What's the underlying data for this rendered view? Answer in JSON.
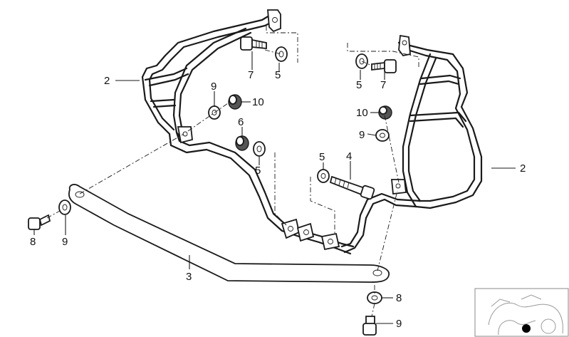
{
  "callouts": {
    "c1": "2",
    "c2": "2",
    "c3": "9",
    "c4": "10",
    "c5": "7",
    "c6": "5",
    "c7": "6",
    "c8": "5",
    "c9": "5",
    "c10": "7",
    "c11": "10",
    "c12": "9",
    "c13": "5",
    "c14": "4",
    "c15": "8",
    "c16": "9",
    "c17": "3",
    "c18": "8",
    "c19": "9"
  },
  "colors": {
    "line": "#1a1a1a",
    "background": "#ffffff",
    "inset_marker": "#000000"
  },
  "icons": {
    "inset": "motorcycle-location-thumbnail"
  }
}
